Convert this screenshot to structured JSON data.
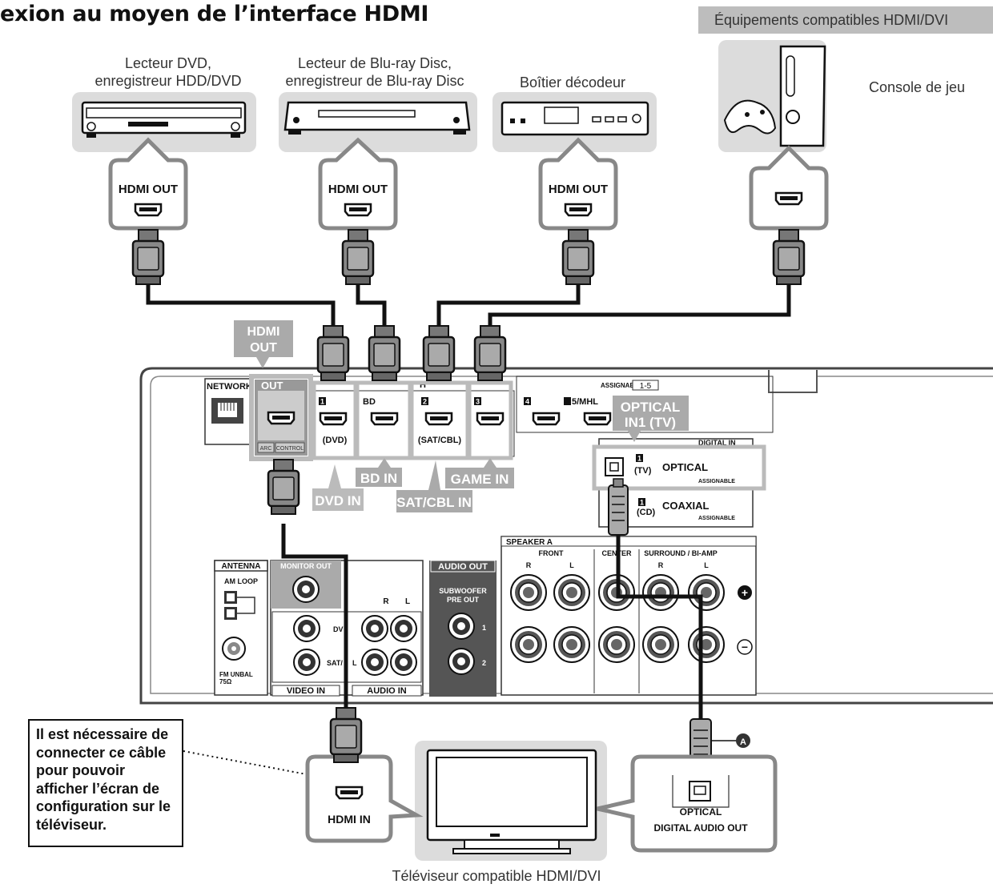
{
  "title": "exion au moyen de l’interface HDMI",
  "compatible_header": "Équipements compatibles HDMI/DVI",
  "devices": {
    "dvd": {
      "label_line1": "Lecteur DVD,",
      "label_line2": "enregistreur HDD/DVD",
      "port": "HDMI OUT"
    },
    "bluray": {
      "label_line1": "Lecteur de Blu-ray Disc,",
      "label_line2": "enregistreur de Blu-ray Disc",
      "port": "HDMI OUT"
    },
    "stb": {
      "label": "Boîtier décodeur",
      "port": "HDMI OUT"
    },
    "console": {
      "label": "Console de jeu"
    },
    "tv": {
      "label": "Téléviseur compatible HDMI/DVI",
      "port_hdmi": "HDMI IN",
      "port_optical": "OPTICAL",
      "port_optical_sub": "DIGITAL AUDIO OUT"
    }
  },
  "callouts": {
    "hdmi_out_1": "HDMI",
    "hdmi_out_2": "OUT",
    "optical_1": "OPTICAL",
    "optical_2": "IN1 (TV)",
    "dvd_in": "DVD IN",
    "bd_in": "BD IN",
    "satcbl_in": "SAT/CBL IN",
    "game_in": "GAME IN",
    "marker_a": "A"
  },
  "note": "Il est nécessaire de connecter ce câble pour pouvoir afficher l’écran de configuration sur le téléviseur.",
  "receiver": {
    "network": "NETWORK",
    "out": "OUT",
    "arc": "ARC",
    "control": "CONTROL",
    "hdmi_header": "H",
    "assignable": "ASSIGNABLE",
    "assignable_range": "1-5",
    "in1": "1",
    "dvd": "(DVD)",
    "bd": "BD",
    "in2": "2",
    "satcbl": "(SAT/CBL)",
    "in3": "3",
    "in4": "4",
    "in5": "5/MHL",
    "digital_in": "DIGITAL IN",
    "opt_num": "1",
    "opt_tv": "(TV)",
    "optical": "OPTICAL",
    "assignable_small": "ASSIGNABLE",
    "coax_num": "1",
    "coax_cd": "(CD)",
    "coaxial": "COAXIAL",
    "antenna": "ANTENNA",
    "am_loop": "AM LOOP",
    "fm_unbal": "FM UNBAL",
    "fm_ohm": "75Ω",
    "monitor_out": "MONITOR OUT",
    "video_in": "VIDEO IN",
    "audio_in": "AUDIO IN",
    "r": "R",
    "l": "L",
    "dvd_row": "DV",
    "sat_row_a": "SAT/",
    "sat_row_b": "L",
    "audio_out": "AUDIO OUT",
    "subwoofer": "SUBWOOFER",
    "pre_out": "PRE OUT",
    "sub1": "1",
    "sub2": "2",
    "speaker_a": "SPEAKER A",
    "front": "FRONT",
    "center": "CENTER",
    "surround": "SURROUND / BI-AMP",
    "plus": "+",
    "minus": "−"
  }
}
